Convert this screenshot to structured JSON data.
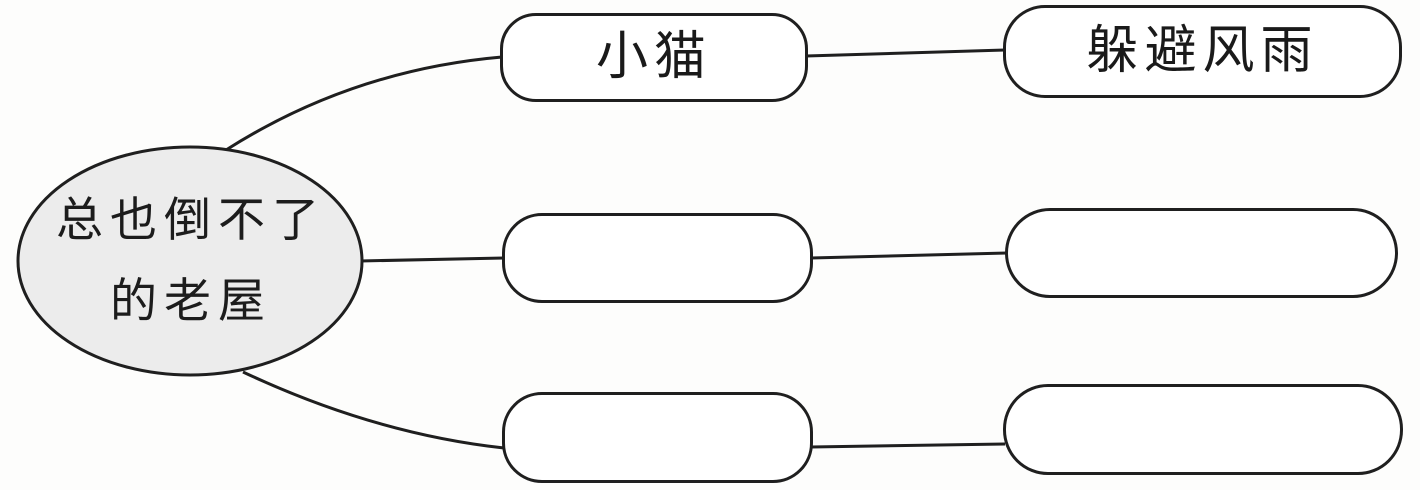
{
  "diagram": {
    "root": {
      "line1": "总也倒不了",
      "line2": "的老屋"
    },
    "rows": [
      {
        "character": "小猫",
        "purpose": "躲避风雨"
      },
      {
        "character": "",
        "purpose": ""
      },
      {
        "character": "",
        "purpose": ""
      }
    ],
    "colors": {
      "root_fill": "#ececec",
      "stroke": "#1f1f1f",
      "background": "#fdfdfc"
    }
  }
}
